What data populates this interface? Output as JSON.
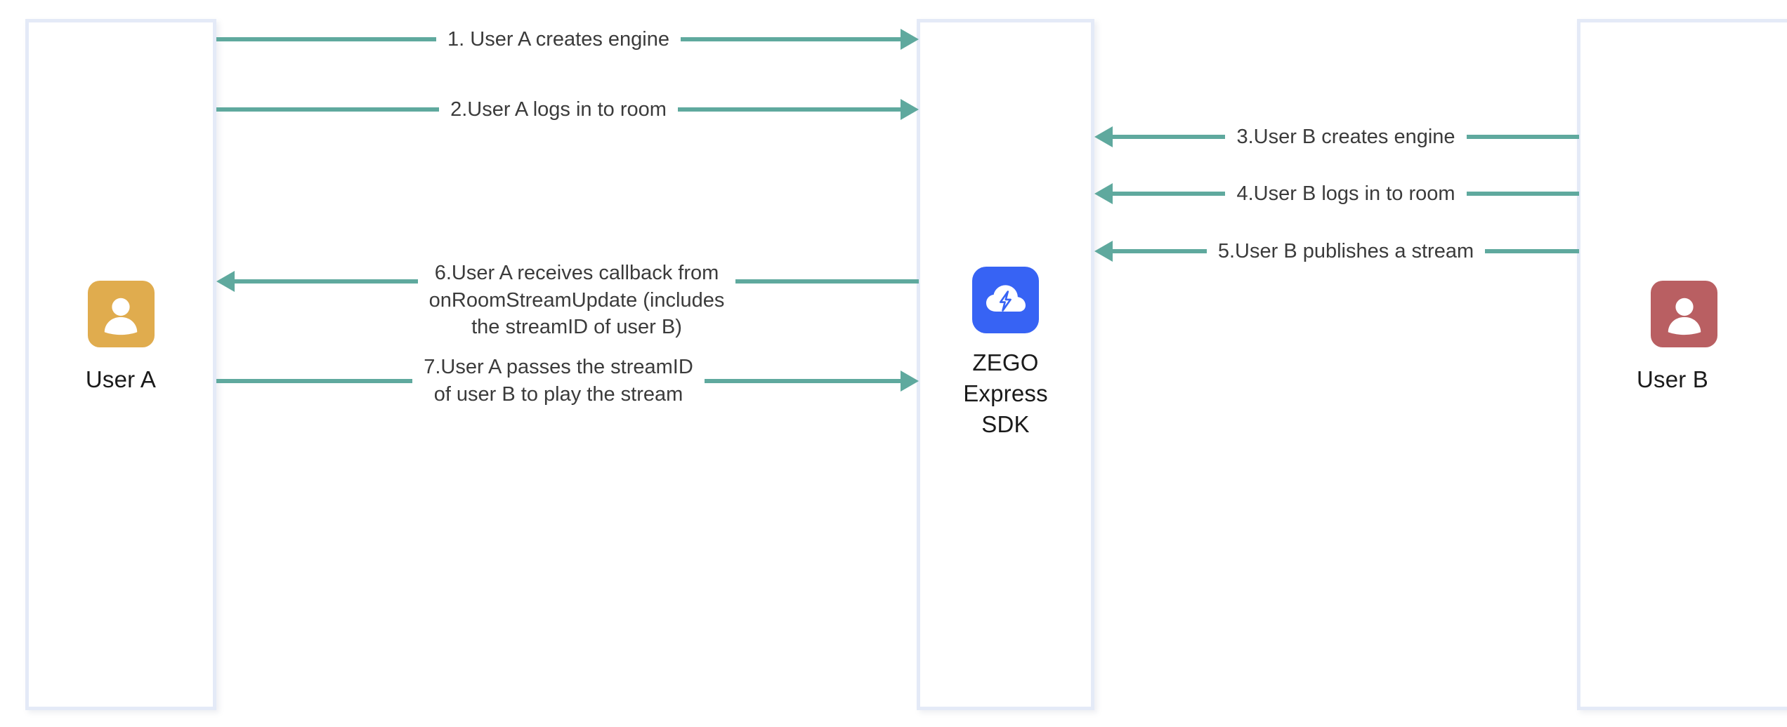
{
  "diagram": {
    "type": "sequence-diagram",
    "title": "ZEGO Express SDK stream publish and play flow",
    "colors": {
      "arrow": "#5fa99e",
      "lifeline_border": "#e4eaf7",
      "user_a_avatar": "#e0ac4e",
      "user_b_avatar": "#b95f62",
      "zego_logo": "#3763f4",
      "text": "#3b3b3b",
      "background": "#ffffff"
    }
  },
  "actors": {
    "user_a": {
      "label": "User A",
      "icon": "person-icon"
    },
    "zego": {
      "label_line1": "ZEGO",
      "label_line2": "Express",
      "label_line3": "SDK",
      "icon": "zego-cloud-bolt-icon"
    },
    "user_b": {
      "label": "User B",
      "icon": "person-icon"
    }
  },
  "messages": [
    {
      "id": 1,
      "text": "1. User A creates engine",
      "from": "user_a",
      "to": "zego",
      "direction": "right"
    },
    {
      "id": 2,
      "text": "2.User A logs in to room",
      "from": "user_a",
      "to": "zego",
      "direction": "right"
    },
    {
      "id": 3,
      "text": "3.User B creates engine",
      "from": "user_b",
      "to": "zego",
      "direction": "left"
    },
    {
      "id": 4,
      "text": "4.User B logs in to room",
      "from": "user_b",
      "to": "zego",
      "direction": "left"
    },
    {
      "id": 5,
      "text": "5.User B publishes a stream",
      "from": "user_b",
      "to": "zego",
      "direction": "left"
    },
    {
      "id": 6,
      "line1": "6.User A receives callback from",
      "line2": "onRoomStreamUpdate (includes",
      "line3": "the streamID of user B)",
      "from": "zego",
      "to": "user_a",
      "direction": "left"
    },
    {
      "id": 7,
      "line1": "7.User A passes the streamID",
      "line2": "of user B to play the stream",
      "from": "user_a",
      "to": "zego",
      "direction": "right"
    }
  ]
}
